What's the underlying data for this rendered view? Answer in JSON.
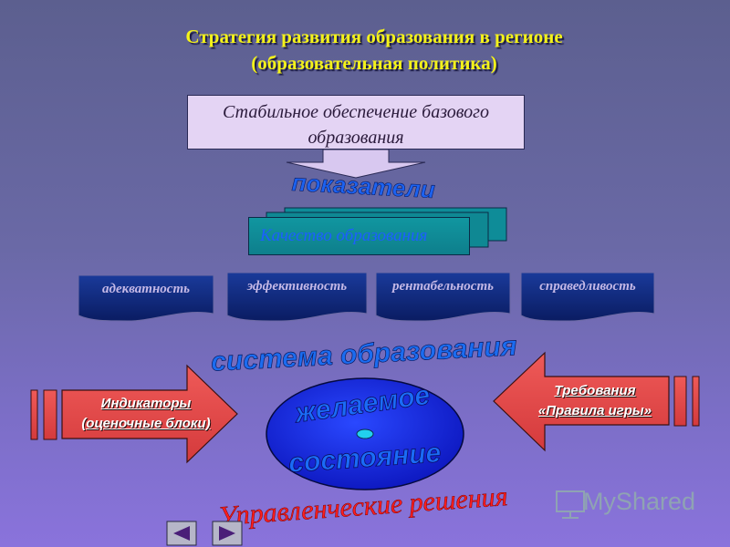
{
  "title": {
    "line1": "Стратегия развития образования в регионе",
    "line2": "(образовательная политика)"
  },
  "top_box": {
    "line1": "Стабильное обеспечение базового",
    "line2": "образования"
  },
  "arrow_label": "показатели",
  "quality_label": "Качество образования",
  "criteria": [
    "адекватность",
    "эффективность",
    "рентабельность",
    "справедливость"
  ],
  "system_label": "система образования",
  "left_arrow": {
    "line1": "Индикаторы",
    "line2": "(оценочные блоки)"
  },
  "right_arrow": {
    "line1": "Требования",
    "line2": "«Правила игры»"
  },
  "ellipse": {
    "line1": "желаемое",
    "line2": "состояние"
  },
  "bottom_label": "Управленческие решения",
  "brand": "MyShared",
  "colors": {
    "title": "#f4f21a",
    "navy_box": "#0b2a7a",
    "arrow_red": "#e24a4a",
    "ellipse_blue": "#1020d8",
    "bottom_text": "#ff1e1e",
    "system_text": "#1b6cf0"
  },
  "icons": {
    "nav_prev": "triangle-left",
    "nav_next": "triangle-right",
    "brand": "monitor-icon"
  }
}
